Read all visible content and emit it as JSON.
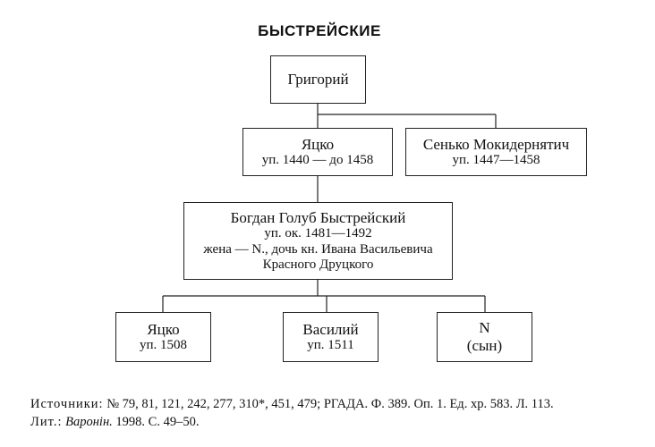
{
  "title": "БЫСТРЕЙСКИЕ",
  "people": {
    "grigoriy": {
      "name": "Григорий"
    },
    "yatsko1": {
      "name": "Яцко",
      "note": "уп. 1440 — до 1458"
    },
    "senko": {
      "name": "Сенько Мокидернятич",
      "note": "уп. 1447—1458"
    },
    "bogdan": {
      "name": "Богдан Голуб Быстрейский",
      "note": "уп. ок. 1481—1492",
      "spouse": "жена — N., дочь кн. Ивана Васильевича",
      "spouse2": "Красного Друцкого"
    },
    "yatsko2": {
      "name": "Яцко",
      "note": "уп. 1508"
    },
    "vasiliy": {
      "name": "Василий",
      "note": "уп. 1511"
    },
    "n_son": {
      "name": "N",
      "note": "(сын)"
    }
  },
  "sources": {
    "label": "Источники:",
    "text": "№ 79, 81, 121, 242, 277, 310*, 451, 479; РГАДА. Ф. 389. Оп. 1. Ед. хр. 583. Л. 113.",
    "lit_label": "Лит.:",
    "lit_author": "Варонін.",
    "lit_text": "1998. С. 49–50."
  }
}
